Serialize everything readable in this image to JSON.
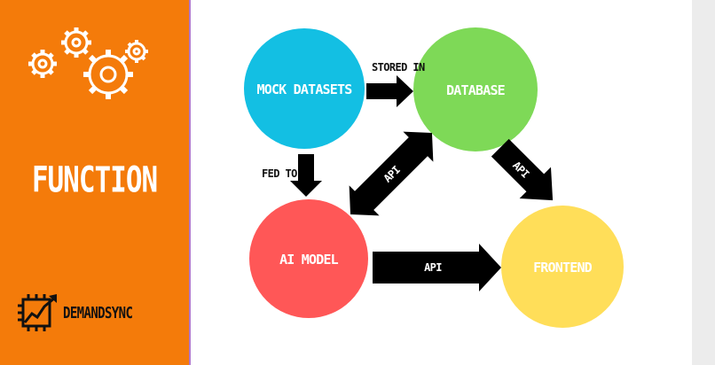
{
  "sidebar": {
    "title": "FUNCTION",
    "brand_name": "DEMANDSYNC",
    "gears_icon": "gears-icon",
    "brand_icon": "chip-chart-icon"
  },
  "diagram": {
    "nodes": [
      {
        "id": "mock_datasets",
        "label": "MOCK DATASETS",
        "color": "#13bfe3"
      },
      {
        "id": "database",
        "label": "DATABASE",
        "color": "#7ed957"
      },
      {
        "id": "ai_model",
        "label": "AI MODEL",
        "color": "#ff5757"
      },
      {
        "id": "frontend",
        "label": "FRONTEND",
        "color": "#ffde59"
      }
    ],
    "edges": [
      {
        "from": "mock_datasets",
        "to": "database",
        "label": "STORED IN"
      },
      {
        "from": "mock_datasets",
        "to": "ai_model",
        "label": "FED TO"
      },
      {
        "from": "database",
        "to": "ai_model",
        "label": "API",
        "bidirectional": true
      },
      {
        "from": "database",
        "to": "frontend",
        "label": "API"
      },
      {
        "from": "ai_model",
        "to": "frontend",
        "label": "API"
      }
    ]
  },
  "colors": {
    "sidebar": "#f47b0a",
    "arrow": "#000000",
    "text_on_arrow": "#ffffff"
  }
}
